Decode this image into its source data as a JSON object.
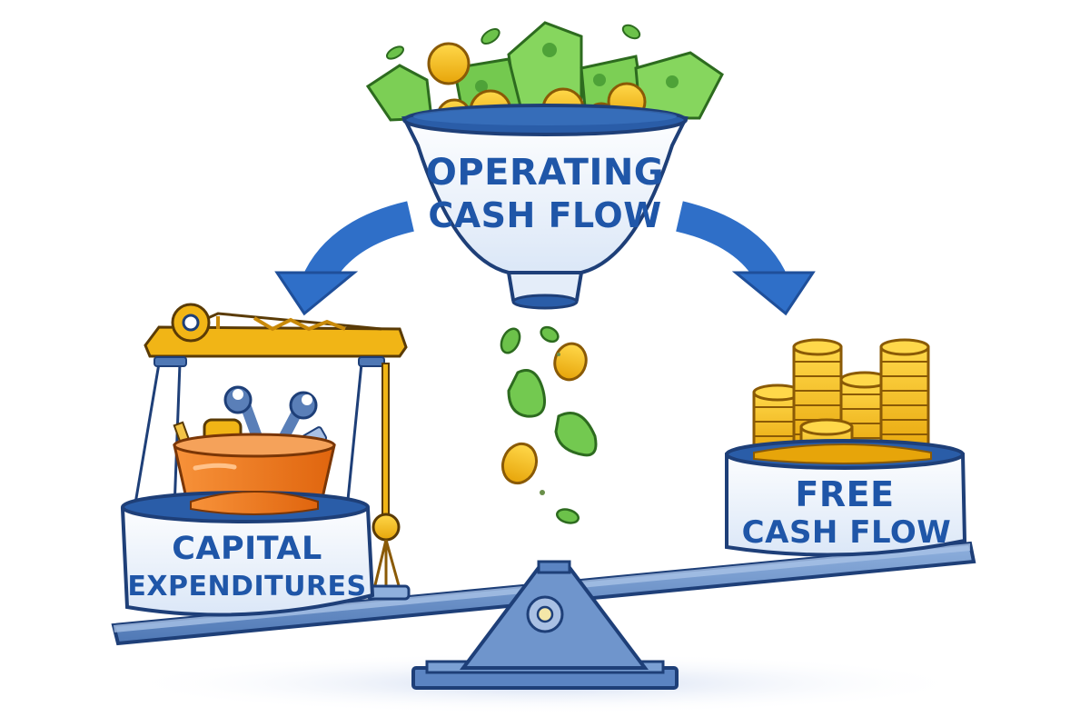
{
  "diagram": {
    "title": "Operating Cash Flow split into Capital Expenditures and Free Cash Flow",
    "source_node": {
      "line1": "OPERATING",
      "line2": "CASH FLOW",
      "icon": "funnel-icon",
      "contents": [
        "banknotes",
        "gold-coins"
      ]
    },
    "left_node": {
      "line1": "CAPITAL",
      "line2": "EXPENDITURES",
      "icon": "bowl-icon",
      "contents": [
        "crane",
        "orange-bucket",
        "wrenches",
        "tools"
      ]
    },
    "right_node": {
      "line1": "FREE",
      "line2": "CASH FLOW",
      "icon": "bowl-icon",
      "contents": [
        "gold-coin-stacks"
      ]
    },
    "arrows": [
      {
        "from": "source_node",
        "to": "left_node",
        "direction": "down-left"
      },
      {
        "from": "source_node",
        "to": "right_node",
        "direction": "down-right"
      }
    ],
    "balance": {
      "icon": "seesaw-icon",
      "tilt": "left-low"
    },
    "colors": {
      "label_blue": "#1f56a8",
      "arrow_blue": "#2f6fc8",
      "bowl_white": "#eef4fc",
      "bowl_outline": "#1e3f78",
      "beam_blue": "#6b93c9",
      "coin_gold": "#f2b90f",
      "cash_green": "#6cc24a",
      "bucket_orange": "#f07a1a",
      "crane_yellow": "#f1b516"
    }
  }
}
